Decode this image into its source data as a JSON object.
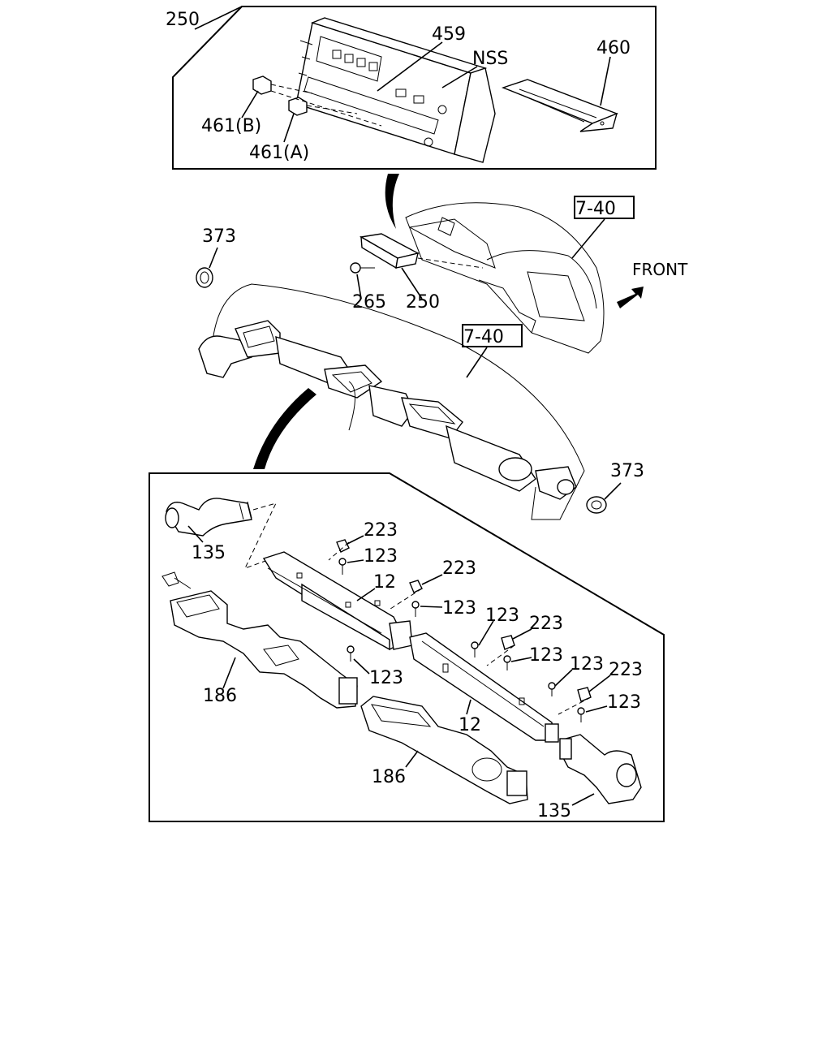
{
  "labels": {
    "p250_top": "250",
    "p459": "459",
    "nss": "NSS",
    "p460": "460",
    "p461b": "461(B)",
    "p461a": "461(A)",
    "ref740_a": "7-40",
    "ref740_b": "7-40",
    "front": "FRONT",
    "p373_left": "373",
    "p373_right": "373",
    "p265": "265",
    "p250_mid": "250",
    "p135_top": "135",
    "p135_bottom": "135",
    "p223_a": "223",
    "p223_b": "223",
    "p223_c": "223",
    "p223_d": "223",
    "p123_a": "123",
    "p123_b": "123",
    "p123_c": "123",
    "p123_d": "123",
    "p123_e": "123",
    "p123_f": "123",
    "p123_g": "123",
    "p12_a": "12",
    "p12_b": "12",
    "p186_a": "186",
    "p186_b": "186"
  }
}
